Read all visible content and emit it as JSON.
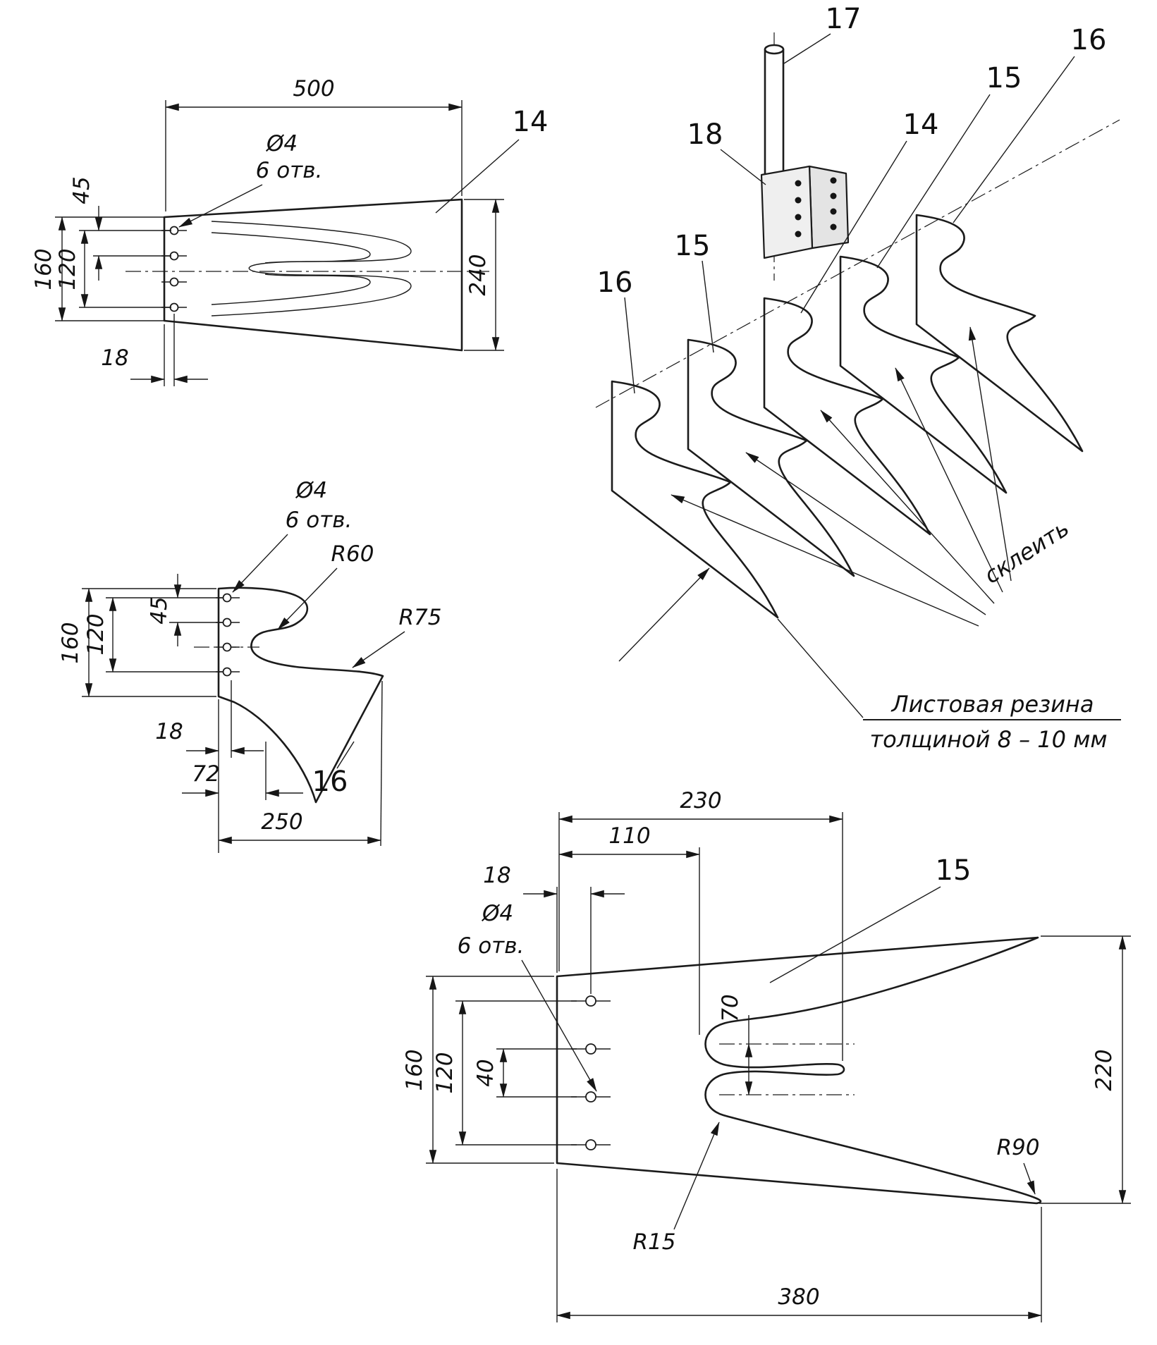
{
  "view_14": {
    "label": "14",
    "dim_500": "500",
    "hole_dia": "Ø4",
    "hole_count": "6 отв.",
    "dim_45": "45",
    "dim_160": "160",
    "dim_120": "120",
    "dim_18": "18",
    "dim_240": "240"
  },
  "view_16": {
    "label": "16",
    "hole_dia": "Ø4",
    "hole_count": "6 отв.",
    "r60": "R60",
    "r75": "R75",
    "dim_160": "160",
    "dim_120": "120",
    "dim_45": "45",
    "dim_18": "18",
    "dim_72": "72",
    "dim_250": "250"
  },
  "iso": {
    "label_17": "17",
    "label_18": "18",
    "label_16_right": "16",
    "label_15_right": "15",
    "label_14": "14",
    "label_15_left": "15",
    "label_16_left": "16",
    "glue_note": "склеить",
    "rubber_note_line1": "Листовая резина",
    "rubber_note_line2": "толщиной 8 – 10 мм"
  },
  "view_15": {
    "label": "15",
    "dim_230": "230",
    "dim_110": "110",
    "dim_18": "18",
    "hole_dia": "Ø4",
    "hole_count": "6 отв.",
    "dim_70": "70",
    "dim_160": "160",
    "dim_120": "120",
    "dim_40": "40",
    "dim_220": "220",
    "r90": "R90",
    "r15": "R15",
    "dim_380": "380"
  }
}
